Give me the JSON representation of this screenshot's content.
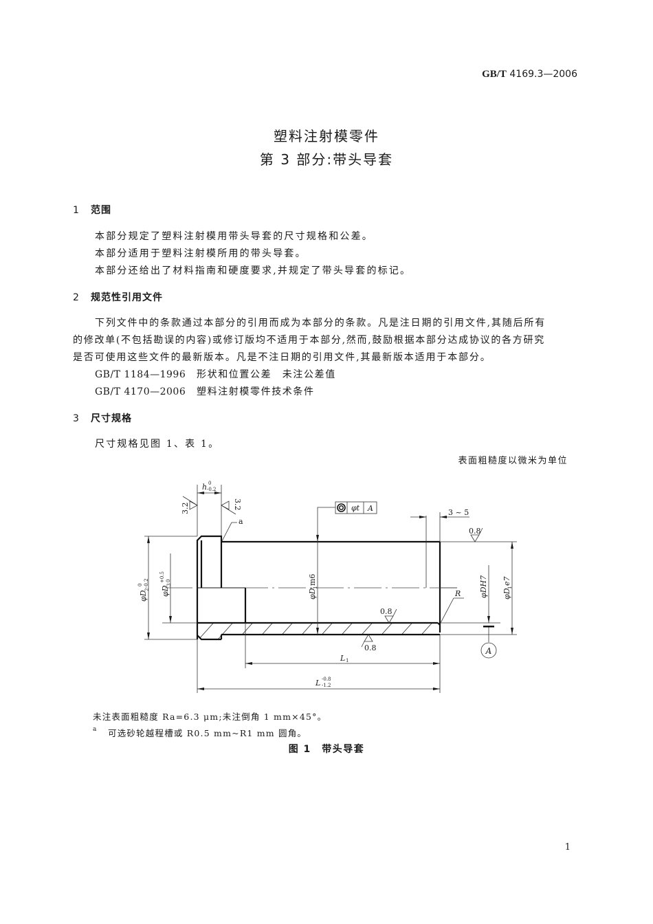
{
  "header": {
    "std_prefix": "GB/T",
    "std_number": "4169.3—2006"
  },
  "title": {
    "line1": "塑料注射模零件",
    "line2": "第 3 部分:带头导套"
  },
  "sections": [
    {
      "number": "1",
      "heading": "范围",
      "paragraphs": [
        "本部分规定了塑料注射模用带头导套的尺寸规格和公差。",
        "本部分适用于塑料注射模所用的带头导套。",
        "本部分还给出了材料指南和硬度要求,并规定了带头导套的标记。"
      ]
    },
    {
      "number": "2",
      "heading": "规范性引用文件",
      "paragraphs": [
        "下列文件中的条款通过本部分的引用而成为本部分的条款。凡是注日期的引用文件,其随后所有",
        "的修改单(不包括勘误的内容)或修订版均不适用于本部分,然而,鼓励根据本部分达成协议的各方研究",
        "是否可使用这些文件的最新版本。凡是不注日期的引用文件,其最新版本适用于本部分。"
      ],
      "references": [
        {
          "code": "GB/T 1184—1996",
          "title": "形状和位置公差　未注公差值"
        },
        {
          "code": "GB/T 4170—2006",
          "title": "塑料注射模零件技术条件"
        }
      ]
    },
    {
      "number": "3",
      "heading": "尺寸规格",
      "paragraphs": [
        "尺寸规格见图 1、表 1。"
      ]
    }
  ],
  "figure": {
    "unit_note": "表面粗糙度以微米为单位",
    "labels": {
      "h": "h",
      "h_tol_upper": "0",
      "h_tol_lower": "-0.2",
      "roughness_flange_left": "3.2",
      "roughness_flange_right": "3.2",
      "note_a": "a",
      "fcf_symbol": "◎",
      "fcf_tolerance": "φt",
      "fcf_datum": "A",
      "groove_dim": "3 ~ 5",
      "roughness_outer": "0.8",
      "roughness_bore_top": "0.8",
      "roughness_bore_bottom": "0.8",
      "d2": "φD",
      "d2_sub": "2",
      "d2_tol_upper": "0",
      "d2_tol_lower": "-0.2",
      "d3": "φD",
      "d3_sub": "3",
      "d3_tol_upper": "+0.5",
      "d3_tol_lower": "0",
      "d1m6": "φD",
      "d1m6_sub": "1",
      "d1m6_fit": "m6",
      "dh7": "φDH7",
      "d1e7": "φD",
      "d1e7_sub": "1",
      "d1e7_fit": "e7",
      "radius": "R",
      "datum": "A",
      "l1": "L",
      "l1_sub": "1",
      "l": "L",
      "l_tol_upper": "-0.8",
      "l_tol_lower": "-1.2"
    },
    "notes": [
      "未注表面粗糙度 Ra=6.3 μm;未注倒角 1 mm×45°。",
      "可选砂轮越程槽或 R0.5 mm~R1 mm 圆角。"
    ],
    "footnote_marker": "a",
    "caption": "图 1　带头导套"
  },
  "footer": {
    "page_number": "1"
  }
}
